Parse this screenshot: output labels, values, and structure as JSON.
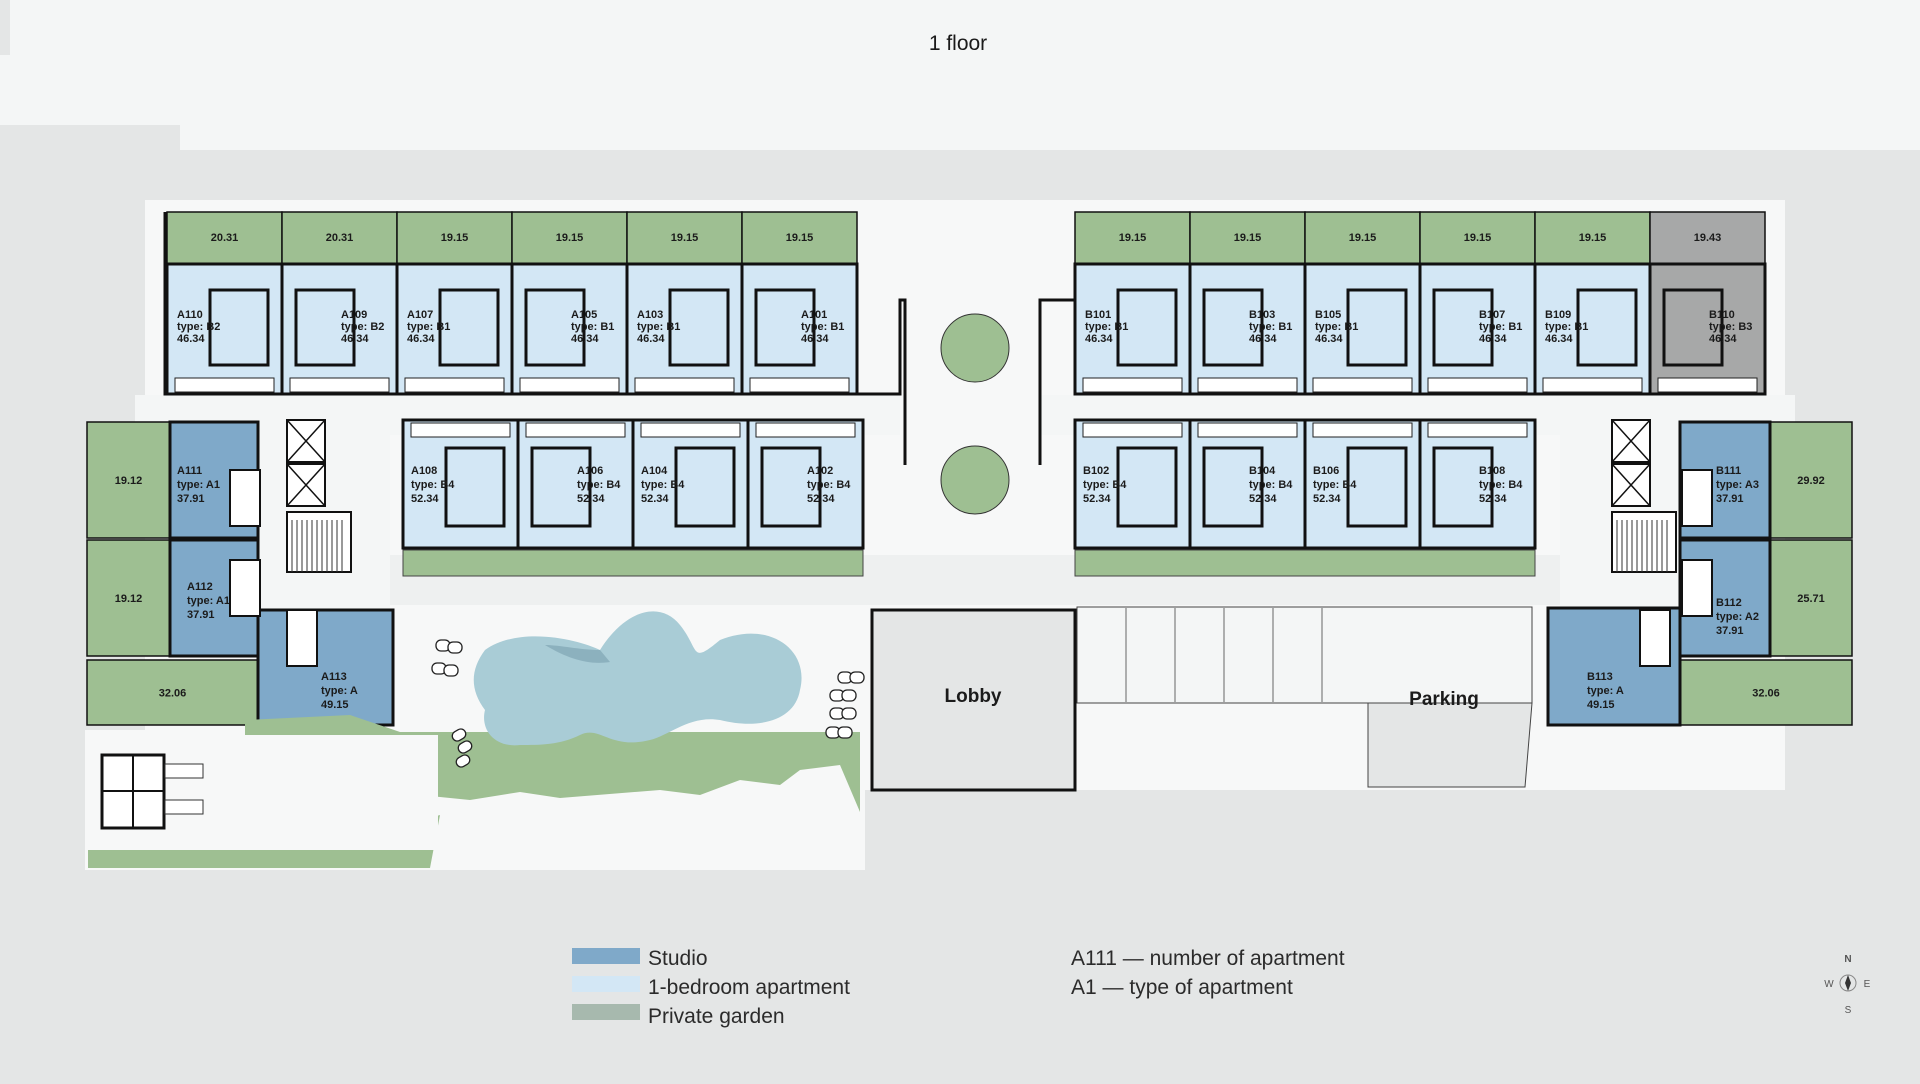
{
  "title": "1 floor",
  "colors": {
    "studio": "#7fa9c9",
    "one_bedroom": "#d3e7f5",
    "garden": "#9ebf92",
    "garden_dark": "#a7a8a8",
    "pool": "#a9ccd6",
    "background": "#e4e6e6",
    "wall": "#111111"
  },
  "apartments": [
    {
      "id": "A110",
      "type": "type: B2",
      "area": "46.34",
      "kind": "one_bedroom",
      "garden": "20.31"
    },
    {
      "id": "A109",
      "type": "type: B2",
      "area": "46.34",
      "kind": "one_bedroom",
      "garden": "20.31"
    },
    {
      "id": "A107",
      "type": "type: B1",
      "area": "46.34",
      "kind": "one_bedroom",
      "garden": "19.15"
    },
    {
      "id": "A105",
      "type": "type: B1",
      "area": "46.34",
      "kind": "one_bedroom",
      "garden": "19.15"
    },
    {
      "id": "A103",
      "type": "type: B1",
      "area": "46.34",
      "kind": "one_bedroom",
      "garden": "19.15"
    },
    {
      "id": "A101",
      "type": "type: B1",
      "area": "46.34",
      "kind": "one_bedroom",
      "garden": "19.15"
    },
    {
      "id": "B101",
      "type": "type: B1",
      "area": "46.34",
      "kind": "one_bedroom",
      "garden": "19.15"
    },
    {
      "id": "B103",
      "type": "type: B1",
      "area": "46.34",
      "kind": "one_bedroom",
      "garden": "19.15"
    },
    {
      "id": "B105",
      "type": "type: B1",
      "area": "46.34",
      "kind": "one_bedroom",
      "garden": "19.15"
    },
    {
      "id": "B107",
      "type": "type: B1",
      "area": "46.34",
      "kind": "one_bedroom",
      "garden": "19.15"
    },
    {
      "id": "B109",
      "type": "type: B1",
      "area": "46.34",
      "kind": "one_bedroom",
      "garden": "19.15"
    },
    {
      "id": "B110",
      "type": "type: B3",
      "area": "46.34",
      "kind": "unavailable",
      "garden": "19.43"
    },
    {
      "id": "A108",
      "type": "type: B4",
      "area": "52.34",
      "kind": "one_bedroom"
    },
    {
      "id": "A106",
      "type": "type: B4",
      "area": "52.34",
      "kind": "one_bedroom"
    },
    {
      "id": "A104",
      "type": "type: B4",
      "area": "52.34",
      "kind": "one_bedroom"
    },
    {
      "id": "A102",
      "type": "type: B4",
      "area": "52.34",
      "kind": "one_bedroom"
    },
    {
      "id": "B102",
      "type": "type: B4",
      "area": "52.34",
      "kind": "one_bedroom"
    },
    {
      "id": "B104",
      "type": "type: B4",
      "area": "52.34",
      "kind": "one_bedroom"
    },
    {
      "id": "B106",
      "type": "type: B4",
      "area": "52.34",
      "kind": "one_bedroom"
    },
    {
      "id": "B108",
      "type": "type: B4",
      "area": "52.34",
      "kind": "one_bedroom"
    },
    {
      "id": "A111",
      "type": "type: A1",
      "area": "37.91",
      "kind": "studio",
      "garden": "19.12"
    },
    {
      "id": "A112",
      "type": "type: A1",
      "area": "37.91",
      "kind": "studio",
      "garden": "19.12"
    },
    {
      "id": "A113",
      "type": "type: A",
      "area": "49.15",
      "kind": "studio",
      "garden": "32.06"
    },
    {
      "id": "B111",
      "type": "type: A3",
      "area": "37.91",
      "kind": "studio",
      "garden": "29.92"
    },
    {
      "id": "B112",
      "type": "type: A2",
      "area": "37.91",
      "kind": "studio",
      "garden": "25.71"
    },
    {
      "id": "B113",
      "type": "type: A",
      "area": "49.15",
      "kind": "studio",
      "garden": "32.06"
    }
  ],
  "areas": {
    "lobby": "Lobby",
    "parking": "Parking"
  },
  "legend": {
    "items": [
      {
        "label": "Studio",
        "color": "#7fa9c9"
      },
      {
        "label": "1-bedroom apartment",
        "color": "#d3e7f5"
      },
      {
        "label": "Private garden",
        "color": "#a7b9ae"
      }
    ],
    "notes": [
      "A111 — number of apartment",
      "A1 — type of apartment"
    ]
  },
  "compass": {
    "n": "N",
    "s": "S",
    "w": "W",
    "e": "E"
  }
}
